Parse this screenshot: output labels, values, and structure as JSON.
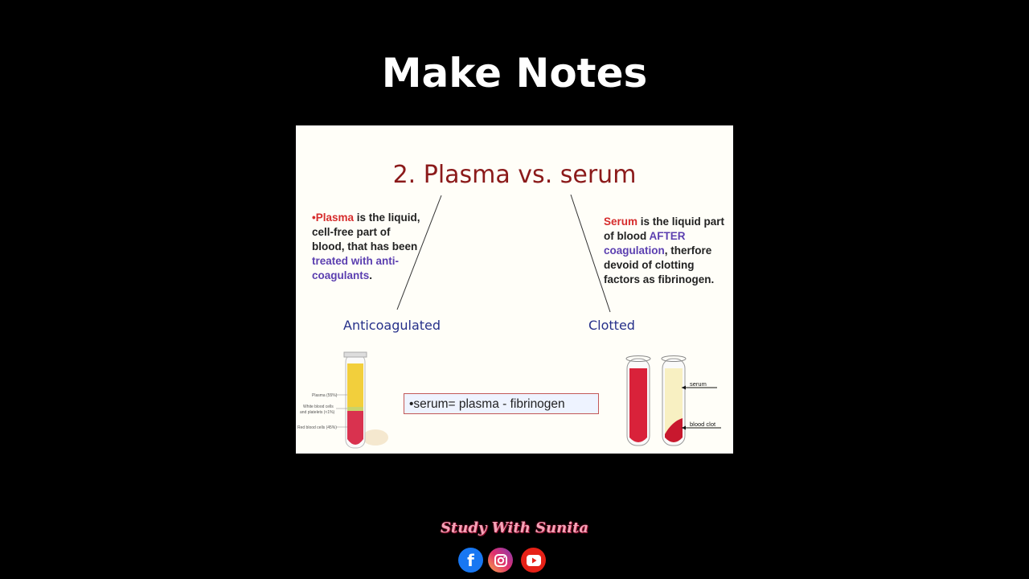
{
  "header": {
    "title": "Make Notes"
  },
  "slide": {
    "title": "2.  Plasma vs. serum",
    "left_text": {
      "bullet": "•",
      "term": "Plasma",
      "text1": " is the liquid, cell-free part of blood, that has been ",
      "highlight": "treated with anti-coagulants",
      "text2": "."
    },
    "right_text": {
      "term": "Serum",
      "text1": " is the liquid part of blood ",
      "highlight": "AFTER coagulation",
      "text2": ", therfore devoid of clotting factors as fibrinogen."
    },
    "label_left": "Anticoagulated",
    "label_right": "Clotted",
    "formula": "•serum= plasma - fibrinogen",
    "tube_left_labels": {
      "plasma": "Plasma (55%)",
      "wbc": "White blood cells",
      "wbc2": "and platelets (<1%)",
      "rbc": "Red blood cells (45%)"
    },
    "tube_right_labels": {
      "serum": "serum",
      "clot": "blood clot"
    }
  },
  "footer": {
    "brand": "Study With Sunita",
    "icons": [
      "facebook-icon",
      "instagram-icon",
      "youtube-icon"
    ]
  },
  "colors": {
    "background": "#000000",
    "slide_bg": "#fffef8",
    "title_red": "#8b1a1a",
    "term_red": "#d62c2c",
    "highlight_blue": "#5b3fb0",
    "label_blue": "#26308a",
    "fb_blue": "#1877f2",
    "yt_red": "#e62117"
  }
}
